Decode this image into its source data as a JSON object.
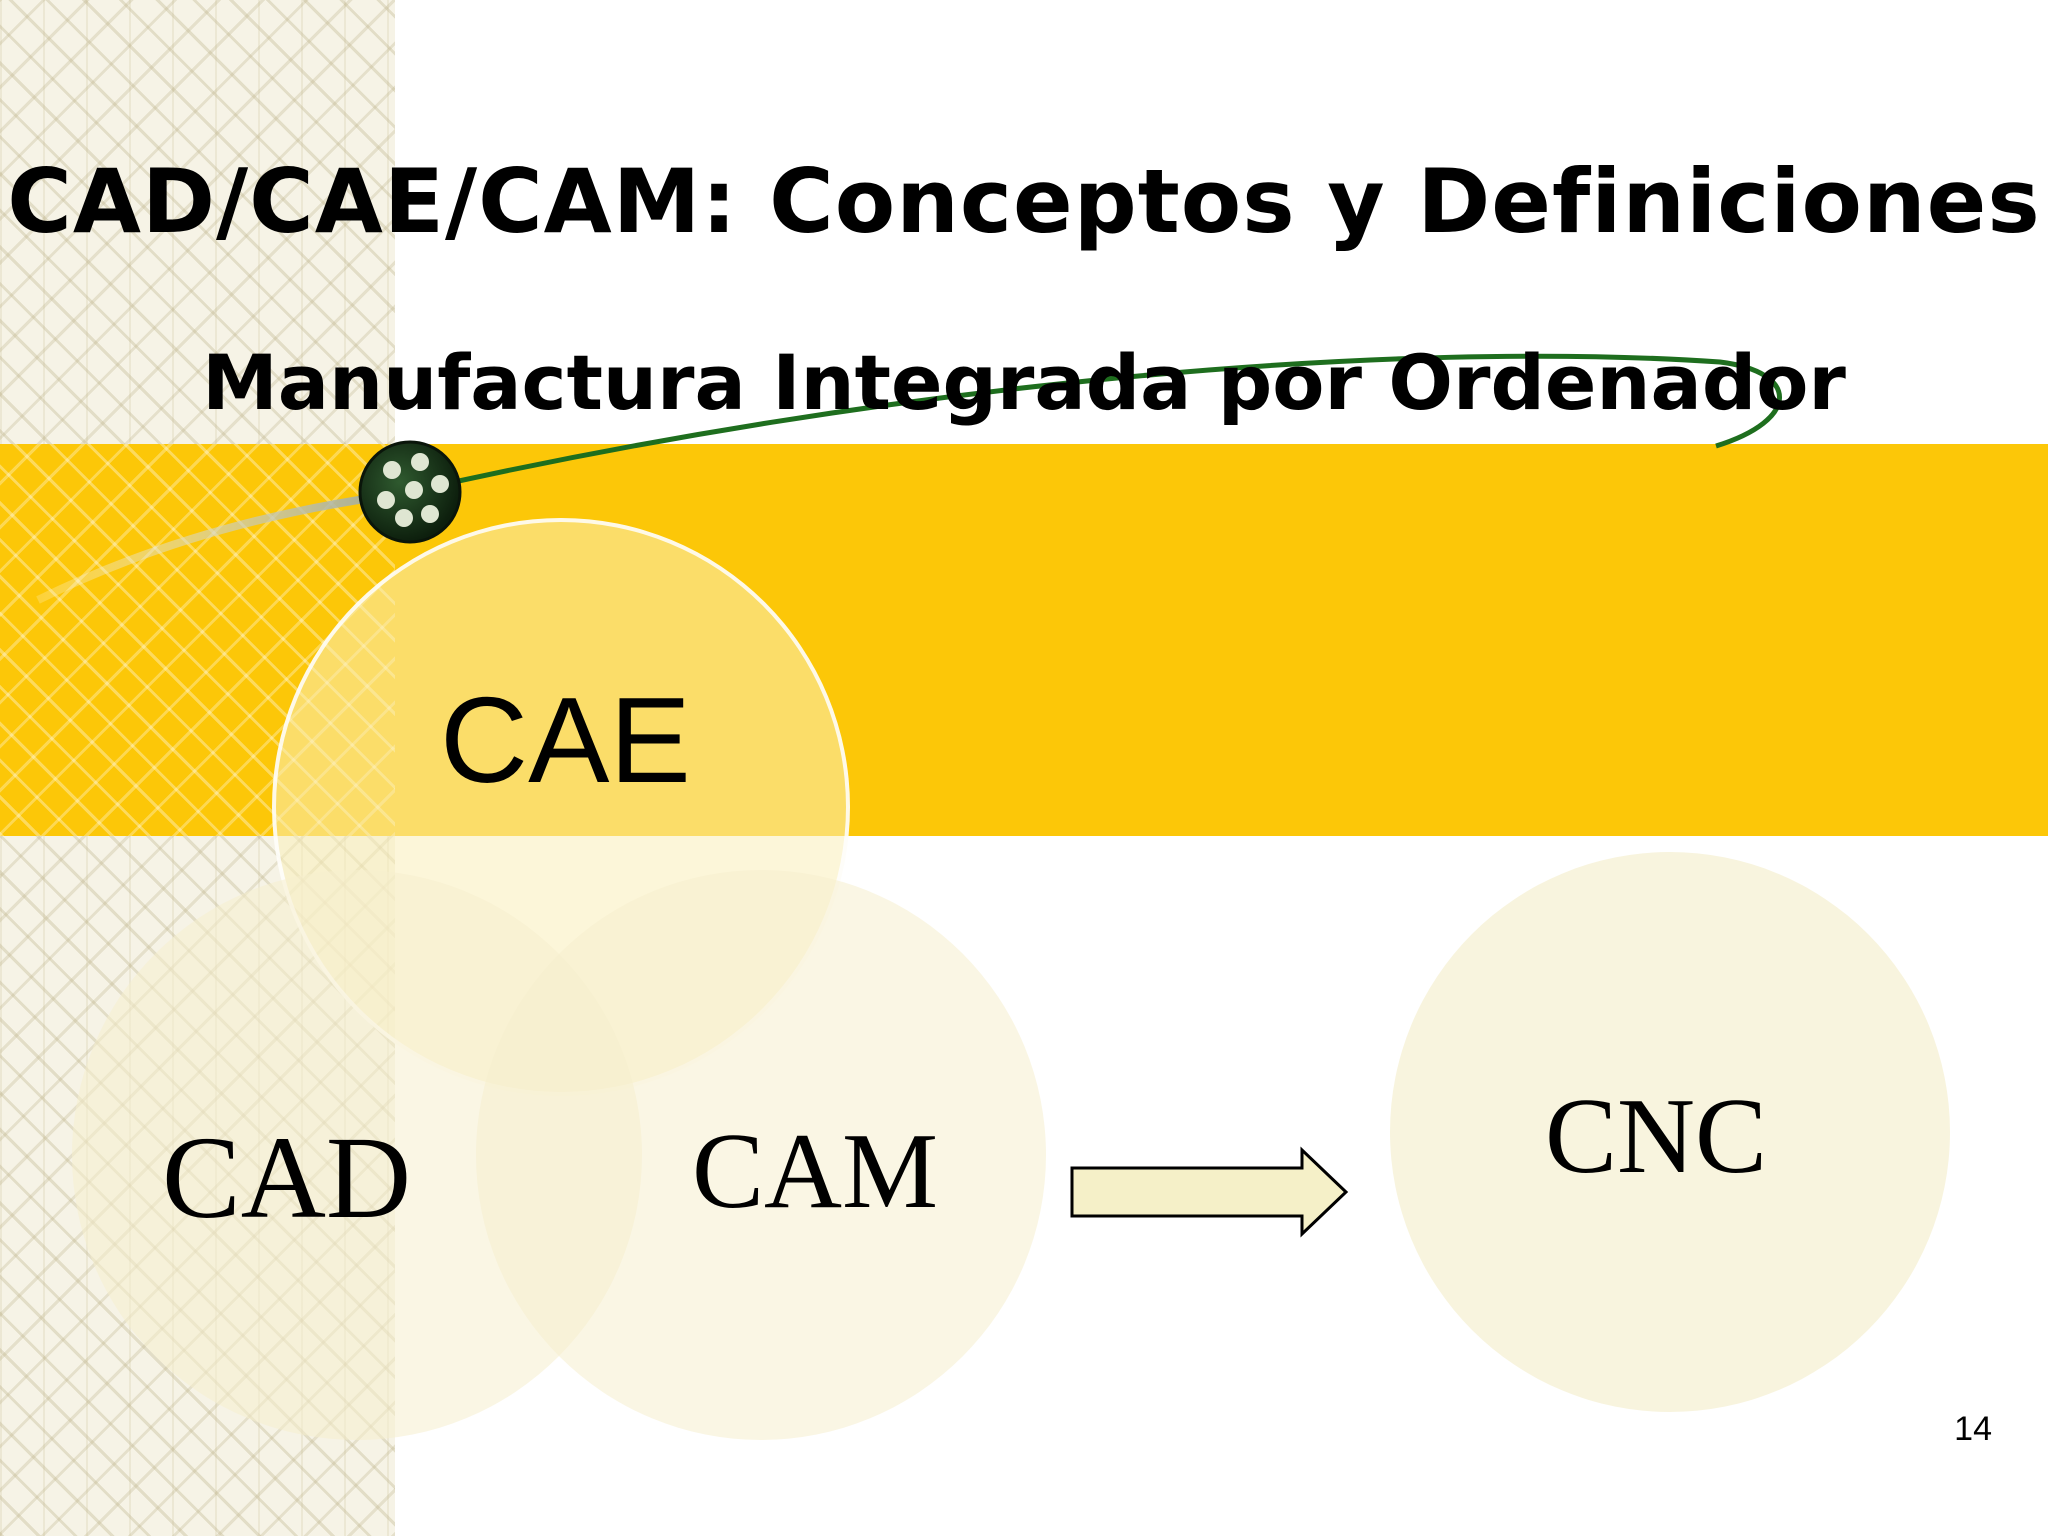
{
  "slide": {
    "title": "CAD/CAE/CAM: Conceptos y Definiciones",
    "subtitle": "Manufactura Integrada por Ordenador",
    "page_number": "14"
  },
  "diagram": {
    "circles": [
      {
        "id": "cae",
        "label": "CAE"
      },
      {
        "id": "cad",
        "label": "CAD"
      },
      {
        "id": "cam",
        "label": "CAM"
      },
      {
        "id": "cnc",
        "label": "CNC"
      }
    ],
    "arrow": {
      "from": "cam",
      "to": "cnc",
      "icon": "right-arrow-icon"
    }
  },
  "colors": {
    "band": "#fcc708",
    "circle_fill": "#f5eecd",
    "swoosh": "#1e6e1e",
    "arrow_fill": "#f5f0c8"
  }
}
